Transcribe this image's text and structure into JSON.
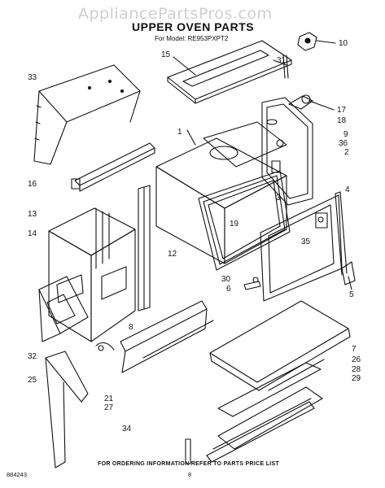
{
  "watermark": "AppliancePartsPros.com",
  "title": "UPPER OVEN PARTS",
  "model": "For Model: RE953PXPT2",
  "footer": "FOR ORDERING INFORMATION REFER TO PARTS PRICE LIST",
  "doc_number": "884243",
  "page_number": "8",
  "callouts": [
    "10",
    "15",
    "31",
    "33",
    "1",
    "17",
    "18",
    "9",
    "36",
    "2",
    "4",
    "16",
    "3",
    "19",
    "13",
    "14",
    "12",
    "35",
    "30",
    "6",
    "5",
    "8",
    "7",
    "26",
    "28",
    "29",
    "32",
    "25",
    "21",
    "27",
    "34"
  ]
}
